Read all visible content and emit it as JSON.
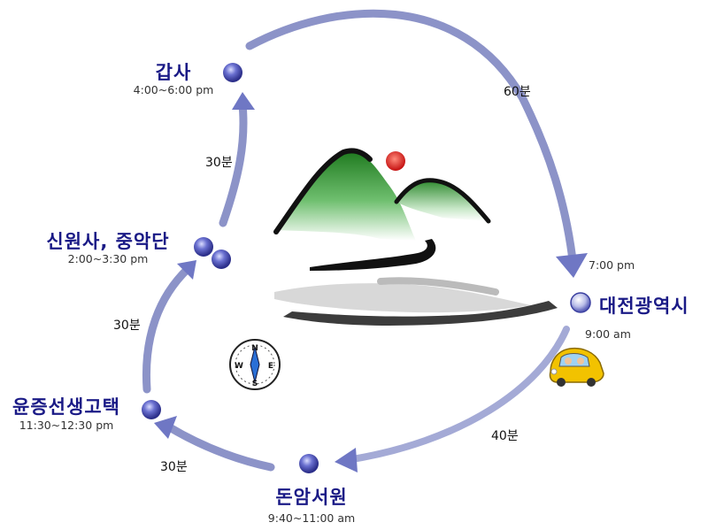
{
  "colors": {
    "accent": "#8c93c8",
    "node": "#5a5fc2",
    "name_text": "#1a1a86",
    "time_text": "#333333",
    "mountain_green": "#2f8a2f",
    "sun": "#d81c1c",
    "car": "#f2c200"
  },
  "stops": {
    "gapsa": {
      "name": "갑사",
      "time": "4:00~6:00 pm"
    },
    "sinwonsa": {
      "name": "신원사, 중악단",
      "time": "2:00~3:30 pm"
    },
    "yunjeung": {
      "name": "윤증선생고택",
      "time": "11:30~12:30 pm"
    },
    "donamseowon": {
      "name": "돈암서원",
      "time": "9:40~11:00 am"
    },
    "daejeon": {
      "name": "대전광역시",
      "arrive_time": "7:00 pm",
      "depart_time": "9:00 am"
    }
  },
  "legs": {
    "daejeon_to_donam": "40분",
    "donam_to_yunjeung": "30분",
    "yunjeung_to_sinwonsa": "30분",
    "sinwonsa_to_gapsa": "30분",
    "gapsa_to_daejeon": "60분"
  },
  "icons": {
    "compass": "compass-icon",
    "car": "car-icon",
    "mountain": "mountain-landscape-icon",
    "sun": "sun-icon"
  },
  "compass_letters": {
    "n": "N",
    "e": "E",
    "s": "S",
    "w": "W"
  }
}
